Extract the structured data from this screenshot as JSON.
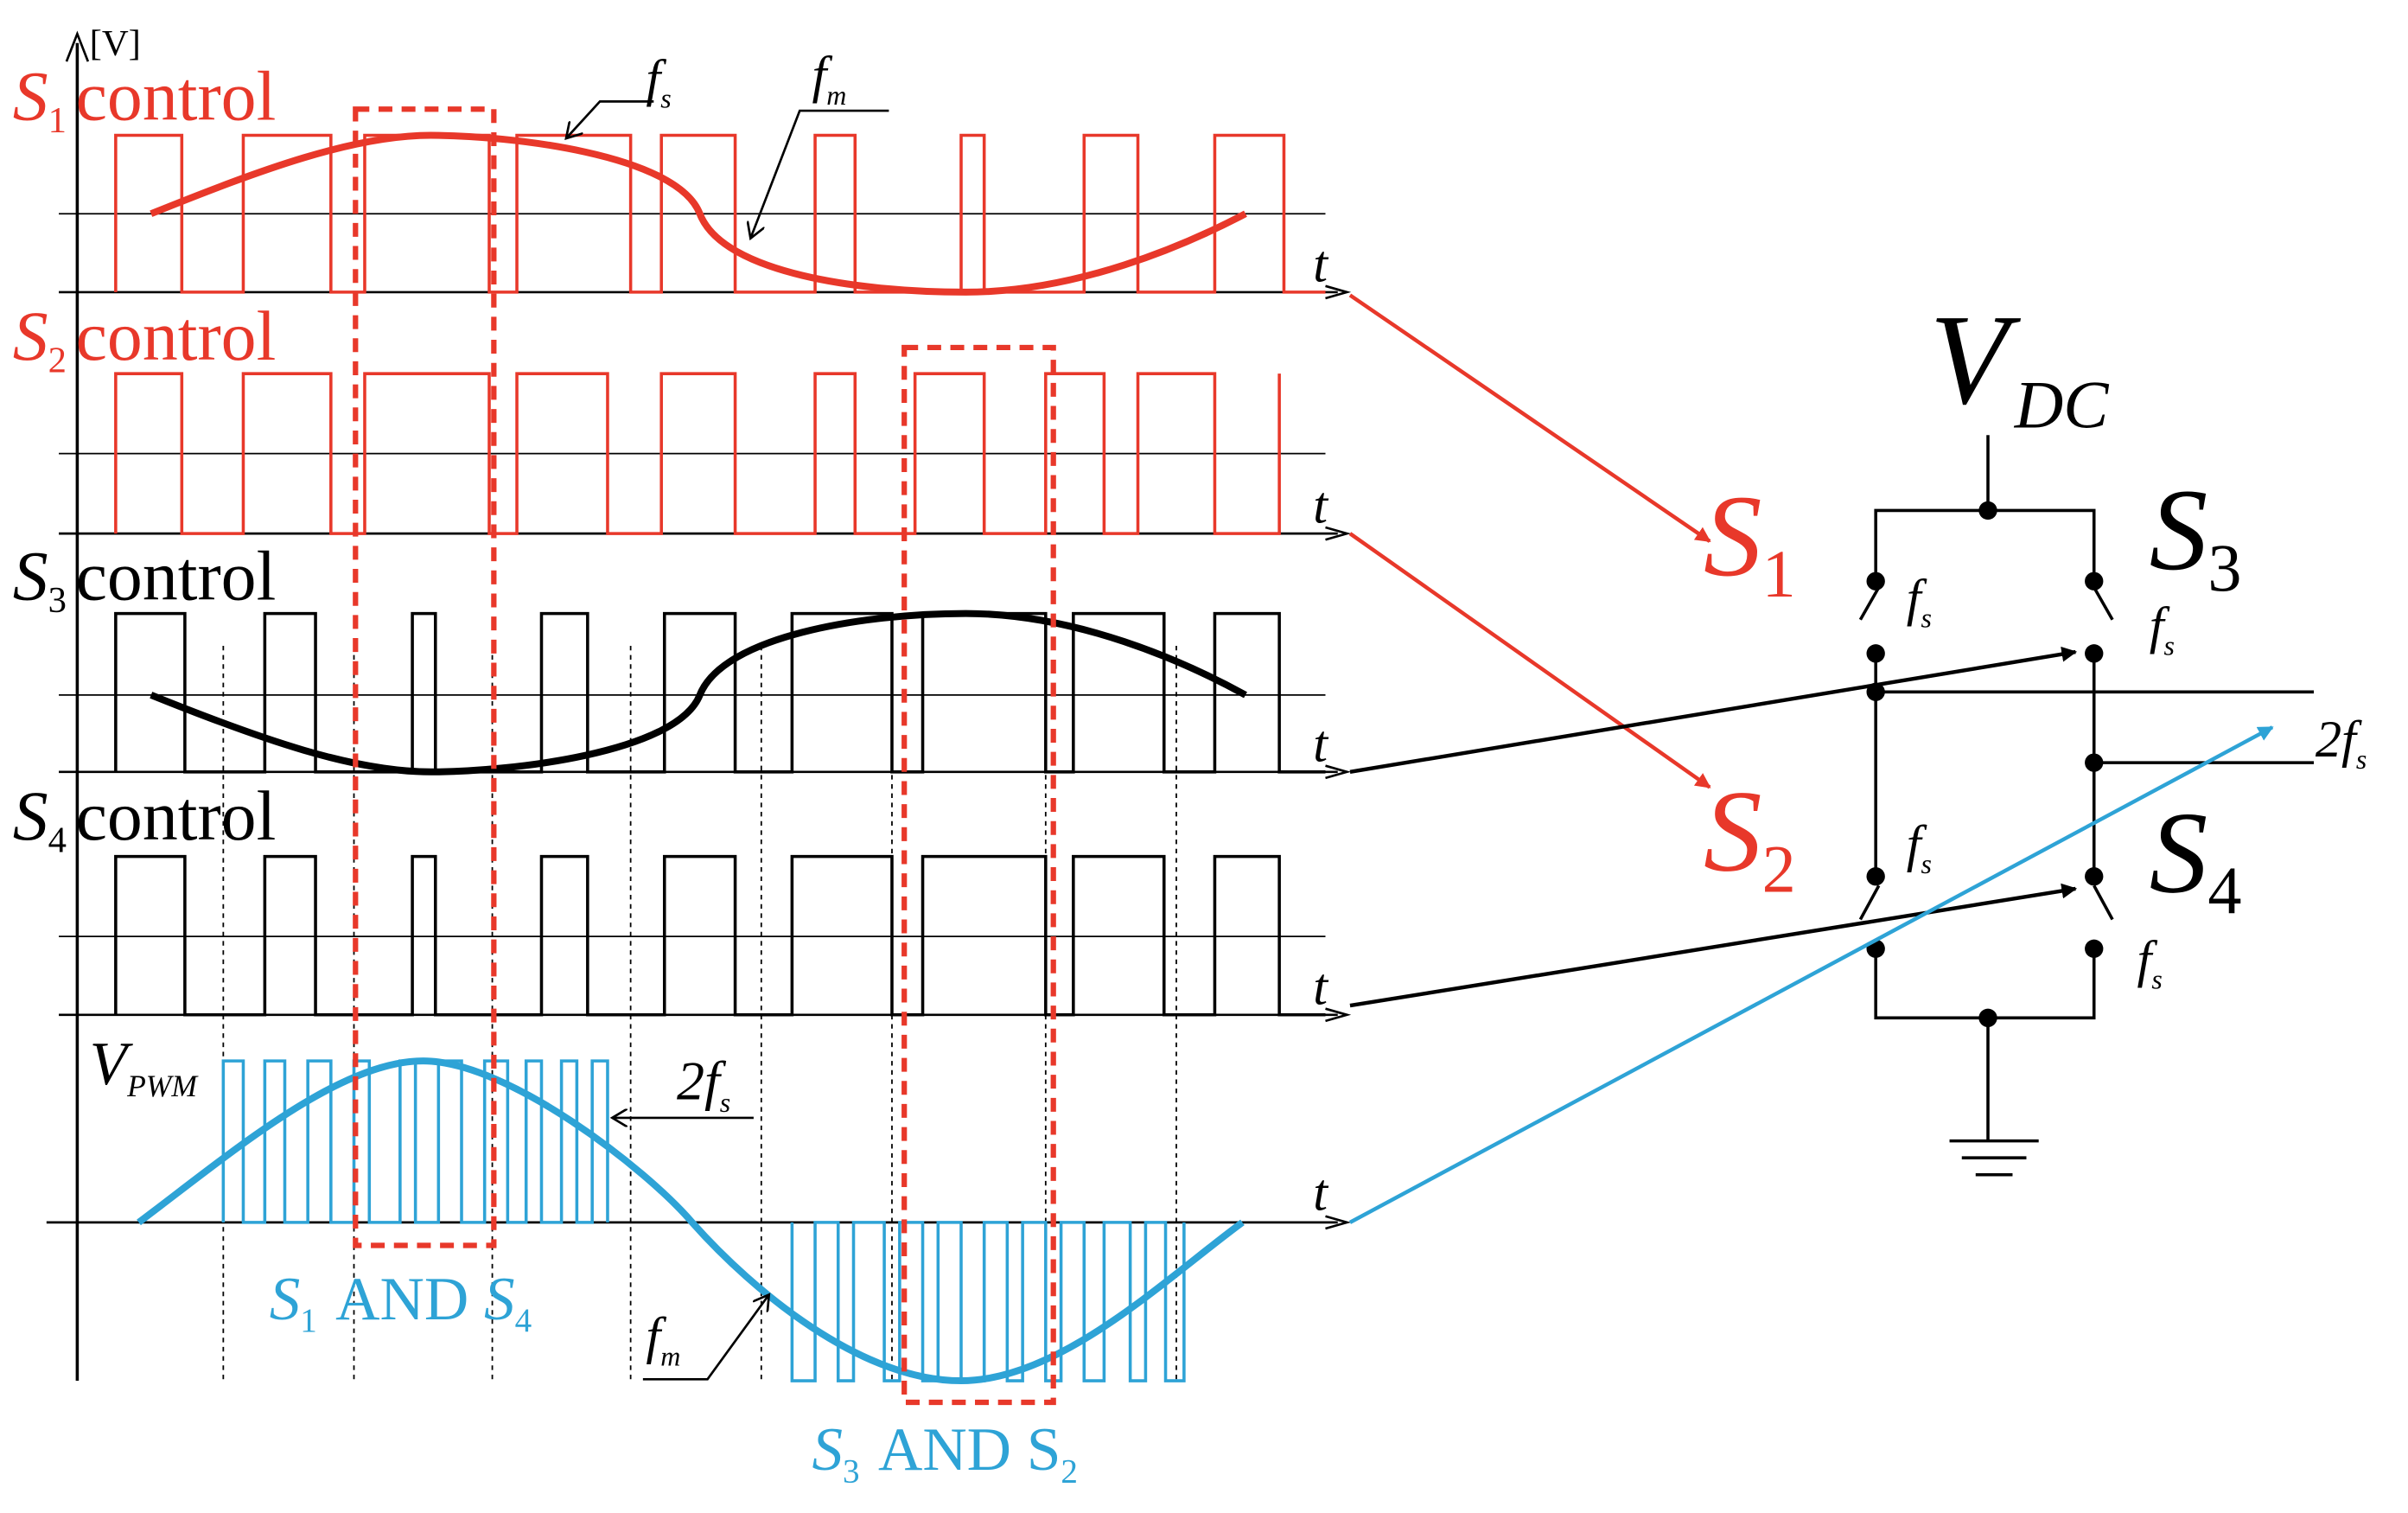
{
  "axis": {
    "y_unit": "[V]",
    "t": "t"
  },
  "channels": [
    {
      "label": "S",
      "sub": "1",
      "suffix": "control",
      "color": "#e8382a"
    },
    {
      "label": "S",
      "sub": "2",
      "suffix": "control",
      "color": "#e8382a"
    },
    {
      "label": "S",
      "sub": "3",
      "suffix": "control",
      "color": "#000000"
    },
    {
      "label": "S",
      "sub": "4",
      "suffix": "control",
      "color": "#000000"
    }
  ],
  "annotations": {
    "fs": {
      "f": "f",
      "sub": "s"
    },
    "fm": {
      "f": "f",
      "sub": "m"
    },
    "two_fs": {
      "pre": "2",
      "f": "f",
      "sub": "s"
    },
    "vpwm": {
      "v": "V",
      "sub": "PWM"
    },
    "s1_and_s4": {
      "a": "S",
      "a_sub": "1",
      "and": "AND",
      "b": "S",
      "b_sub": "4"
    },
    "s3_and_s2": {
      "a": "S",
      "a_sub": "3",
      "and": "AND",
      "b": "S",
      "b_sub": "2"
    }
  },
  "circuit": {
    "vdc": {
      "v": "V",
      "sub": "DC"
    },
    "switches": [
      {
        "s": "S",
        "sub": "1",
        "color": "#e8382a"
      },
      {
        "s": "S",
        "sub": "2",
        "color": "#e8382a"
      },
      {
        "s": "S",
        "sub": "3",
        "color": "#000000"
      },
      {
        "s": "S",
        "sub": "4",
        "color": "#000000"
      }
    ],
    "switch_freq": {
      "f": "f",
      "sub": "s"
    },
    "output": {
      "pre": "2",
      "f": "f",
      "sub": "s"
    }
  },
  "colors": {
    "red": "#e8382a",
    "black": "#000000",
    "blue": "#2ea3d6"
  }
}
